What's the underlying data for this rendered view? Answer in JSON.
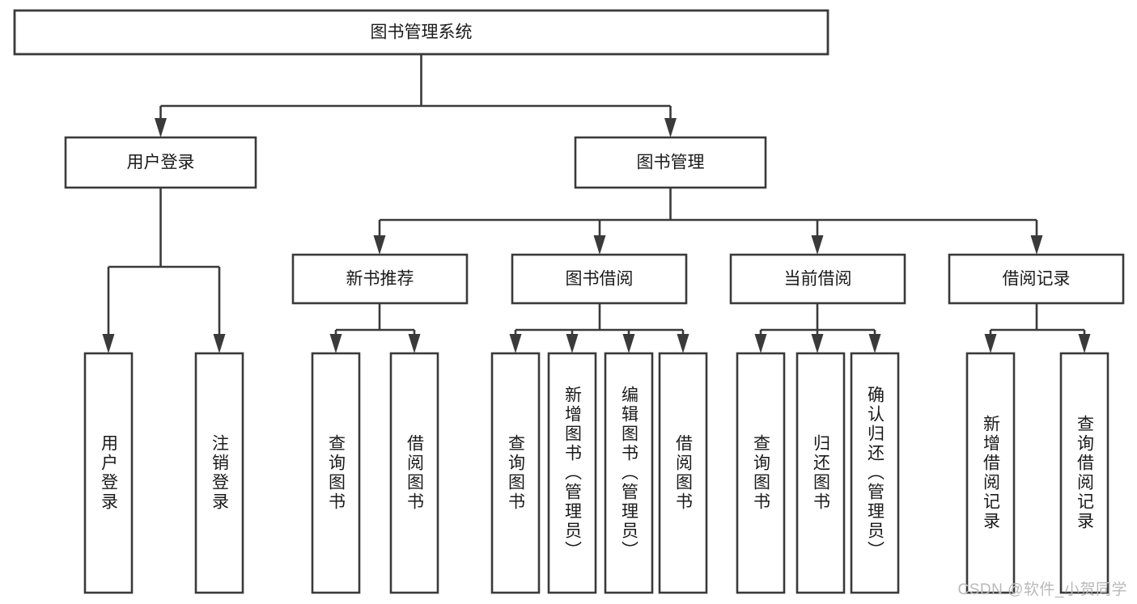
{
  "diagram": {
    "type": "tree",
    "title": "图书管理系统",
    "watermark": "CSDN @软件_小贺同学",
    "colors": {
      "stroke": "#3a3a3a",
      "fill": "#ffffff",
      "text": "#1a1a1a",
      "watermark": "#b9b9b9"
    },
    "levels": {
      "root": {
        "label": "图书管理系统"
      },
      "level2": [
        {
          "label": "用户登录"
        },
        {
          "label": "图书管理"
        }
      ],
      "level3": [
        {
          "label": "新书推荐"
        },
        {
          "label": "图书借阅"
        },
        {
          "label": "当前借阅"
        },
        {
          "label": "借阅记录"
        }
      ],
      "leaves": [
        {
          "label": "用户登录",
          "parent": "用户登录"
        },
        {
          "label": "注销登录",
          "parent": "用户登录"
        },
        {
          "label": "查询图书",
          "parent": "新书推荐"
        },
        {
          "label": "借阅图书",
          "parent": "新书推荐"
        },
        {
          "label": "查询图书",
          "parent": "图书借阅"
        },
        {
          "label": "新增图书（管理员）",
          "parent": "图书借阅"
        },
        {
          "label": "编辑图书（管理员）",
          "parent": "图书借阅"
        },
        {
          "label": "借阅图书",
          "parent": "图书借阅"
        },
        {
          "label": "查询图书",
          "parent": "当前借阅"
        },
        {
          "label": "归还图书",
          "parent": "当前借阅"
        },
        {
          "label": "确认归还（管理员）",
          "parent": "当前借阅"
        },
        {
          "label": "新增借阅记录",
          "parent": "借阅记录"
        },
        {
          "label": "查询借阅记录",
          "parent": "借阅记录"
        }
      ]
    }
  }
}
